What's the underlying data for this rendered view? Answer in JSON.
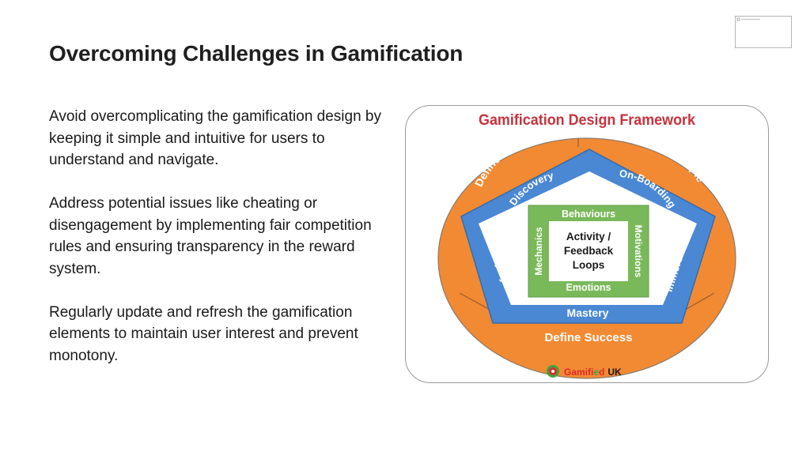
{
  "slide": {
    "title": "Overcoming Challenges in Gamification",
    "paragraphs": [
      "Avoid overcomplicating the gamification design by keeping it simple and intuitive for users to understand and navigate.",
      "Address potential issues like cheating or disengagement by implementing fair competition rules and ensuring transparency in the reward system.",
      "Regularly update and refresh the gamification elements to maintain user interest and prevent monotony."
    ]
  },
  "framework": {
    "title": "Gamification Design Framework",
    "outer_ring": {
      "define_problem": "Define the Problem",
      "define_people": "Define the People",
      "define_success": "Define Success"
    },
    "middle_ring": {
      "discovery": "Discovery",
      "onboarding": "On-Boarding",
      "immersion": "Immersion",
      "mastery": "Mastery",
      "replay": "Replay"
    },
    "inner_square": {
      "behaviours": "Behaviours",
      "mechanics": "Mechanics",
      "motivations": "Motivations",
      "emotions": "Emotions"
    },
    "core": [
      "Activity /",
      "Feedback",
      "Loops"
    ],
    "logo": {
      "prefix": "Gamifi",
      "mid": "e",
      "suffix": "d",
      "uk": "UK"
    },
    "colors": {
      "title_red": "#c8323c",
      "orange": "#f28a33",
      "blue": "#4a88d4",
      "green": "#7ab95a",
      "logo_red": "#e02a2a",
      "logo_green": "#3fa33f"
    }
  }
}
